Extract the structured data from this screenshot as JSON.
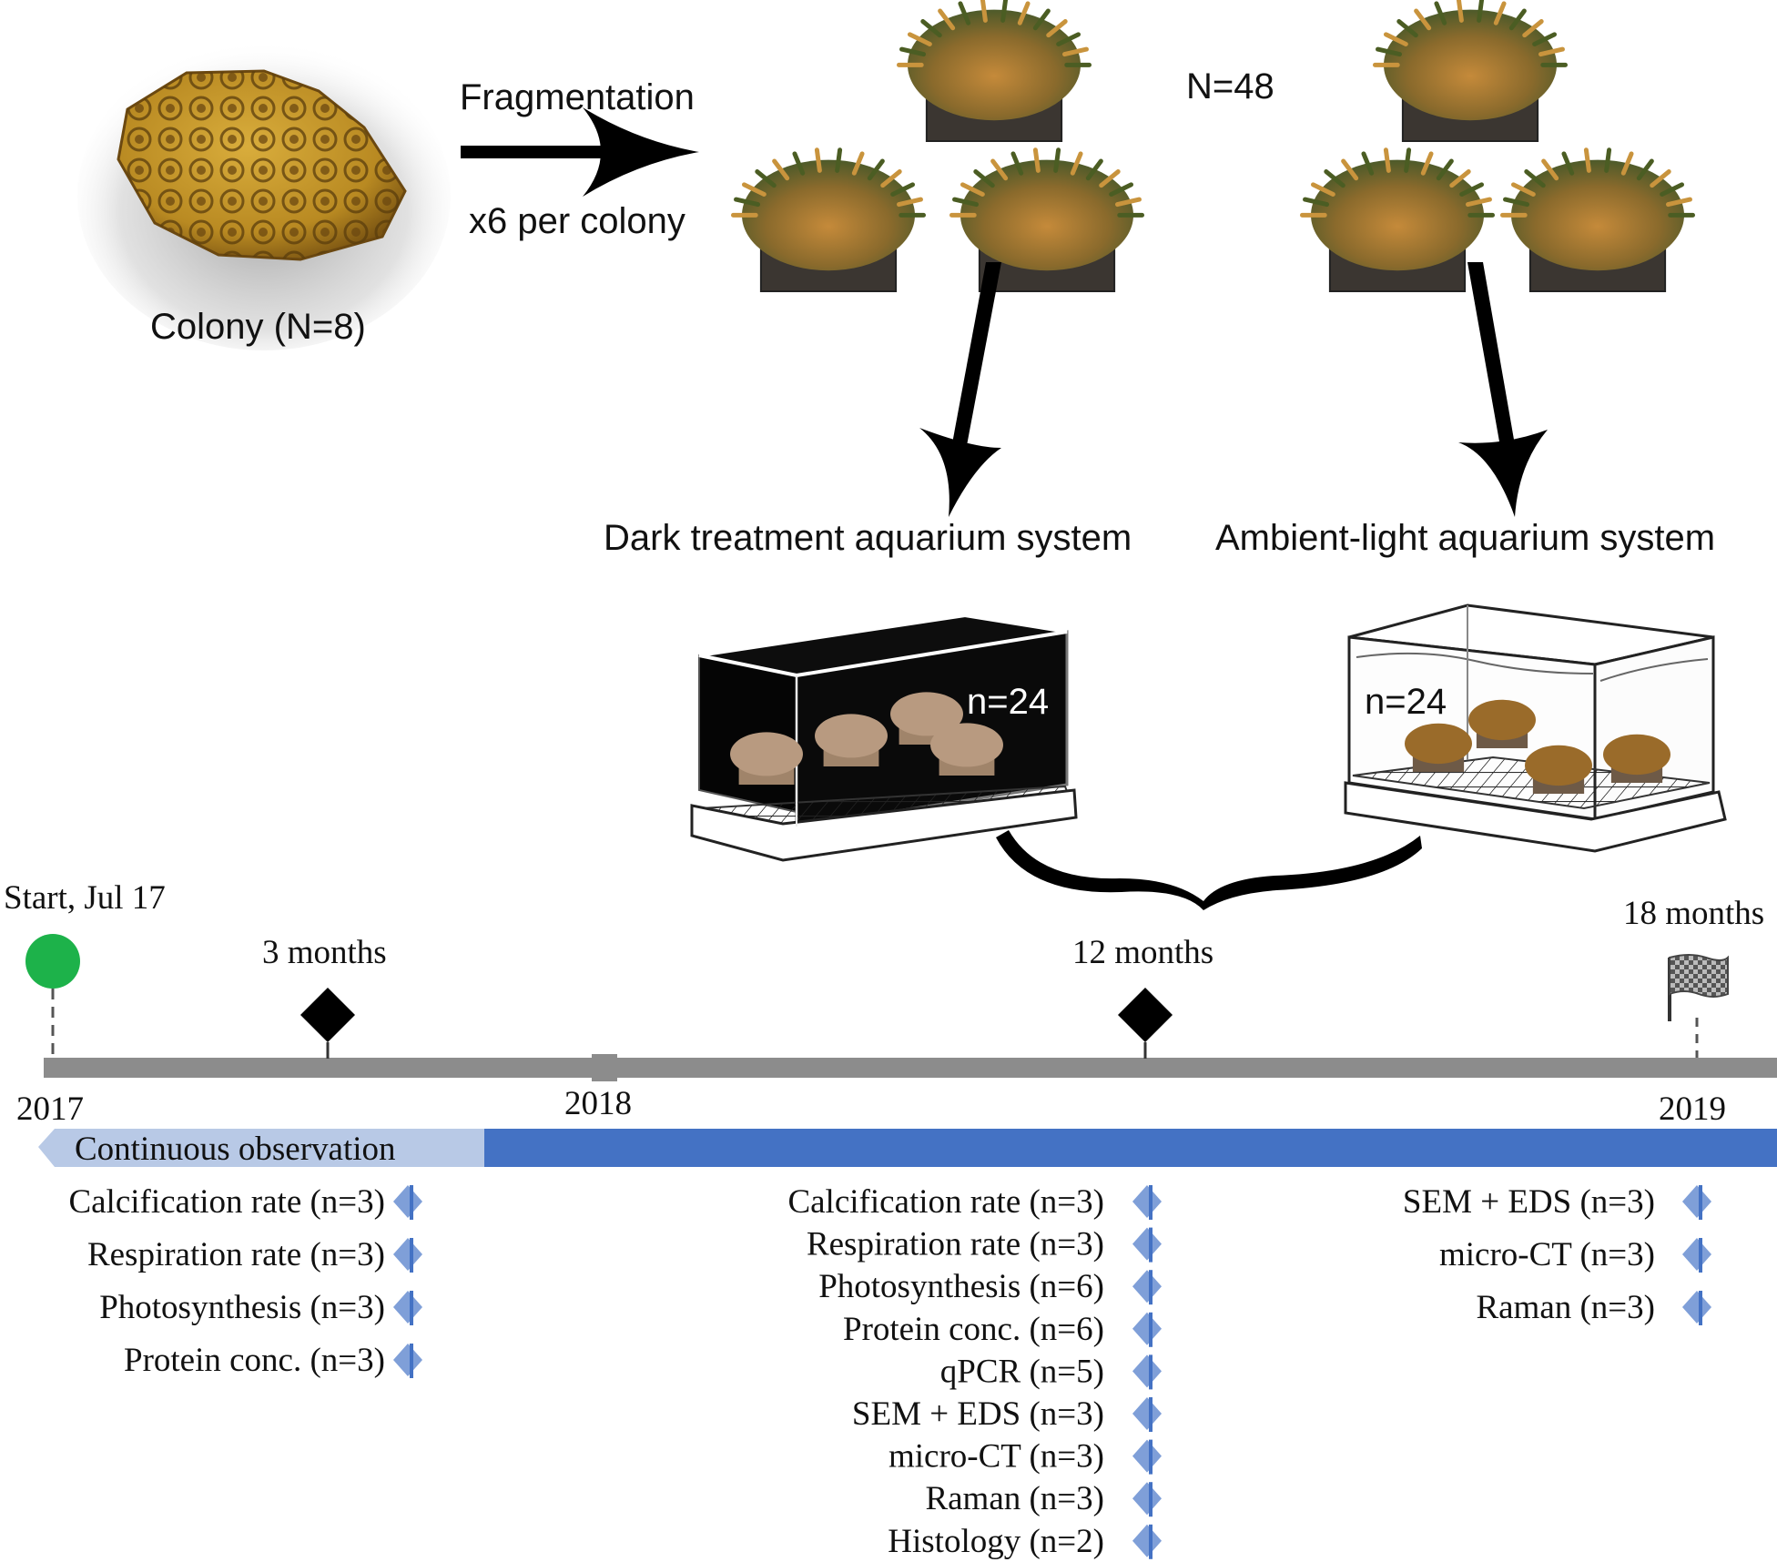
{
  "colony": {
    "label": "Colony (N=8)"
  },
  "fragmentation": {
    "title": "Fragmentation",
    "subtitle": "x6 per colony",
    "total_label": "N=48"
  },
  "systems": {
    "dark": {
      "label": "Dark treatment aquarium system",
      "n_label": "n=24"
    },
    "ambient": {
      "label": "Ambient-light aquarium system",
      "n_label": "n=24"
    }
  },
  "timeline": {
    "start_label": "Start, Jul 17",
    "milestones": [
      "3 months",
      "12 months",
      "18 months"
    ],
    "years": [
      "2017",
      "2018",
      "2019"
    ],
    "continuous_label": "Continuous observation",
    "colors": {
      "axis": "#8c8c8c",
      "bar_light": "#b8c9e6",
      "bar_dark": "#4472c4",
      "marker": "#7f9fd8",
      "start": "#1db24a"
    }
  },
  "measurements": {
    "m3": [
      "Calcification rate (n=3)",
      "Respiration rate (n=3)",
      "Photosynthesis (n=3)",
      "Protein conc. (n=3)"
    ],
    "m12": [
      "Calcification rate (n=3)",
      "Respiration rate (n=3)",
      "Photosynthesis (n=6)",
      "Protein conc. (n=6)",
      "qPCR (n=5)",
      "SEM + EDS (n=3)",
      "micro-CT (n=3)",
      "Raman (n=3)",
      "Histology (n=2)"
    ],
    "m18": [
      "SEM + EDS (n=3)",
      "micro-CT (n=3)",
      "Raman (n=3)"
    ]
  }
}
